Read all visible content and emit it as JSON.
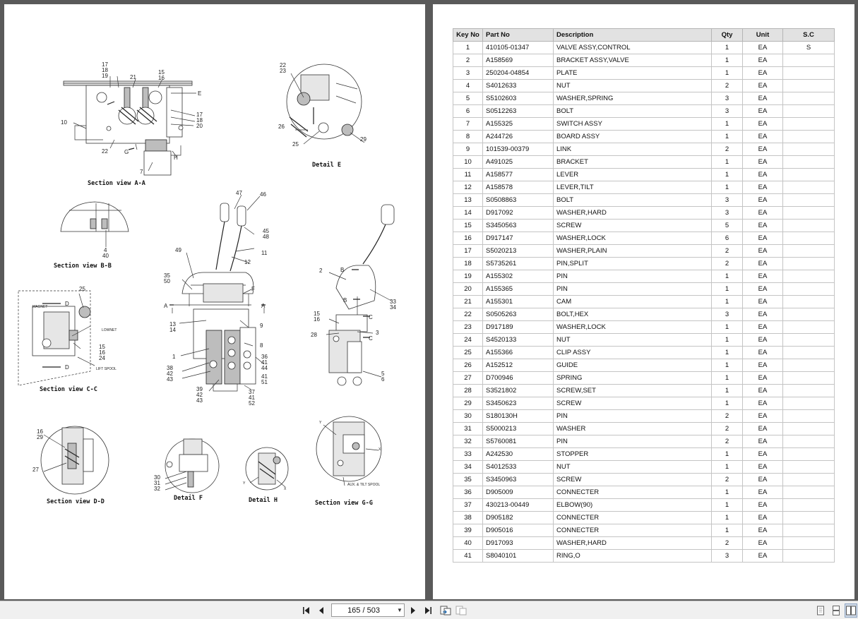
{
  "diagram": {
    "captions": {
      "aa": "Section view A-A",
      "e": "Detail E",
      "bb": "Section view B-B",
      "cc": "Section view C-C",
      "dd": "Section view D-D",
      "f": "Detail F",
      "h": "Detail H",
      "gg": "Section view G-G"
    },
    "callouts": {
      "aa": {
        "n1": "17",
        "n2": "18",
        "n3": "19",
        "n4": "21",
        "n5": "15",
        "n6": "16",
        "n7": "10",
        "n8": "22",
        "n9": "G",
        "n10": "7",
        "n11": "H",
        "n12": "E",
        "n13": "17",
        "n14": "18",
        "n15": "20"
      },
      "e": {
        "n1": "22",
        "n2": "23",
        "n3": "26",
        "n4": "25",
        "n5": "29"
      },
      "bb": {
        "n1": "4",
        "n2": "40"
      },
      "cc": {
        "n1": "25",
        "n2": "D",
        "n3": "MAGNET",
        "n4": "LOWNET",
        "n5": "15",
        "n6": "16",
        "n7": "24",
        "n8": "D",
        "n9": "LIFT SPOOL"
      },
      "main": {
        "n1": "47",
        "n2": "46",
        "n3": "45",
        "n4": "48",
        "n5": "11",
        "n6": "12",
        "n7": "49",
        "n8": "35",
        "n9": "50",
        "n10": "F",
        "n11": "A",
        "n12": "A",
        "n13": "13",
        "n14": "14",
        "n15": "9",
        "n16": "8",
        "n17": "1",
        "n18": "36",
        "n19": "41",
        "n20": "44",
        "n21": "41",
        "n22": "51",
        "n23": "38",
        "n24": "42",
        "n25": "43",
        "n26": "39",
        "n27": "42",
        "n28": "43",
        "n29": "37",
        "n30": "41",
        "n31": "52"
      },
      "side": {
        "n1": "B",
        "n2": "2",
        "n3": "B",
        "n4": "33",
        "n5": "34",
        "n6": "C",
        "n7": "15",
        "n8": "16",
        "n9": "28",
        "n10": "3",
        "n11": "C",
        "n12": "5",
        "n13": "6"
      },
      "dd": {
        "n1": "16",
        "n2": "29",
        "n3": "27"
      },
      "f": {
        "n1": "30",
        "n2": "31",
        "n3": "32"
      },
      "h": {
        "n1": "Y",
        "n2": "X"
      },
      "gg": {
        "n1": "Y",
        "n2": "X",
        "n3": "AUX. & TILT SPOOL"
      }
    }
  },
  "table": {
    "headers": {
      "key": "Key No",
      "part": "Part No",
      "desc": "Description",
      "qty": "Qty",
      "unit": "Unit",
      "sc": "S.C"
    },
    "rows": [
      {
        "key": "1",
        "part": "410105-01347",
        "desc": "VALVE ASSY,CONTROL",
        "qty": "1",
        "unit": "EA",
        "sc": "S"
      },
      {
        "key": "2",
        "part": "A158569",
        "desc": "BRACKET ASSY,VALVE",
        "qty": "1",
        "unit": "EA",
        "sc": ""
      },
      {
        "key": "3",
        "part": "250204-04854",
        "desc": "PLATE",
        "qty": "1",
        "unit": "EA",
        "sc": ""
      },
      {
        "key": "4",
        "part": "S4012633",
        "desc": "NUT",
        "qty": "2",
        "unit": "EA",
        "sc": ""
      },
      {
        "key": "5",
        "part": "S5102603",
        "desc": "WASHER,SPRING",
        "qty": "3",
        "unit": "EA",
        "sc": ""
      },
      {
        "key": "6",
        "part": "S0512263",
        "desc": "BOLT",
        "qty": "3",
        "unit": "EA",
        "sc": ""
      },
      {
        "key": "7",
        "part": "A155325",
        "desc": "SWITCH ASSY",
        "qty": "1",
        "unit": "EA",
        "sc": ""
      },
      {
        "key": "8",
        "part": "A244726",
        "desc": "BOARD ASSY",
        "qty": "1",
        "unit": "EA",
        "sc": ""
      },
      {
        "key": "9",
        "part": "101539-00379",
        "desc": "LINK",
        "qty": "2",
        "unit": "EA",
        "sc": ""
      },
      {
        "key": "10",
        "part": "A491025",
        "desc": "BRACKET",
        "qty": "1",
        "unit": "EA",
        "sc": ""
      },
      {
        "key": "11",
        "part": "A158577",
        "desc": "LEVER",
        "qty": "1",
        "unit": "EA",
        "sc": ""
      },
      {
        "key": "12",
        "part": "A158578",
        "desc": "LEVER,TILT",
        "qty": "1",
        "unit": "EA",
        "sc": ""
      },
      {
        "key": "13",
        "part": "S0508863",
        "desc": "BOLT",
        "qty": "3",
        "unit": "EA",
        "sc": ""
      },
      {
        "key": "14",
        "part": "D917092",
        "desc": "WASHER,HARD",
        "qty": "3",
        "unit": "EA",
        "sc": ""
      },
      {
        "key": "15",
        "part": "S3450563",
        "desc": "SCREW",
        "qty": "5",
        "unit": "EA",
        "sc": ""
      },
      {
        "key": "16",
        "part": "D917147",
        "desc": "WASHER,LOCK",
        "qty": "6",
        "unit": "EA",
        "sc": ""
      },
      {
        "key": "17",
        "part": "S5020213",
        "desc": "WASHER,PLAIN",
        "qty": "2",
        "unit": "EA",
        "sc": ""
      },
      {
        "key": "18",
        "part": "S5735261",
        "desc": "PIN,SPLIT",
        "qty": "2",
        "unit": "EA",
        "sc": ""
      },
      {
        "key": "19",
        "part": "A155302",
        "desc": "PIN",
        "qty": "1",
        "unit": "EA",
        "sc": ""
      },
      {
        "key": "20",
        "part": "A155365",
        "desc": "PIN",
        "qty": "1",
        "unit": "EA",
        "sc": ""
      },
      {
        "key": "21",
        "part": "A155301",
        "desc": "CAM",
        "qty": "1",
        "unit": "EA",
        "sc": ""
      },
      {
        "key": "22",
        "part": "S0505263",
        "desc": "BOLT,HEX",
        "qty": "3",
        "unit": "EA",
        "sc": ""
      },
      {
        "key": "23",
        "part": "D917189",
        "desc": "WASHER,LOCK",
        "qty": "1",
        "unit": "EA",
        "sc": ""
      },
      {
        "key": "24",
        "part": "S4520133",
        "desc": "NUT",
        "qty": "1",
        "unit": "EA",
        "sc": ""
      },
      {
        "key": "25",
        "part": "A155366",
        "desc": "CLIP ASSY",
        "qty": "1",
        "unit": "EA",
        "sc": ""
      },
      {
        "key": "26",
        "part": "A152512",
        "desc": "GUIDE",
        "qty": "1",
        "unit": "EA",
        "sc": ""
      },
      {
        "key": "27",
        "part": "D700946",
        "desc": "SPRING",
        "qty": "1",
        "unit": "EA",
        "sc": ""
      },
      {
        "key": "28",
        "part": "S3521802",
        "desc": "SCREW,SET",
        "qty": "1",
        "unit": "EA",
        "sc": ""
      },
      {
        "key": "29",
        "part": "S3450623",
        "desc": "SCREW",
        "qty": "1",
        "unit": "EA",
        "sc": ""
      },
      {
        "key": "30",
        "part": "S180130H",
        "desc": "PIN",
        "qty": "2",
        "unit": "EA",
        "sc": ""
      },
      {
        "key": "31",
        "part": "S5000213",
        "desc": "WASHER",
        "qty": "2",
        "unit": "EA",
        "sc": ""
      },
      {
        "key": "32",
        "part": "S5760081",
        "desc": "PIN",
        "qty": "2",
        "unit": "EA",
        "sc": ""
      },
      {
        "key": "33",
        "part": "A242530",
        "desc": "STOPPER",
        "qty": "1",
        "unit": "EA",
        "sc": ""
      },
      {
        "key": "34",
        "part": "S4012533",
        "desc": "NUT",
        "qty": "1",
        "unit": "EA",
        "sc": ""
      },
      {
        "key": "35",
        "part": "S3450963",
        "desc": "SCREW",
        "qty": "2",
        "unit": "EA",
        "sc": ""
      },
      {
        "key": "36",
        "part": "D905009",
        "desc": "CONNECTER",
        "qty": "1",
        "unit": "EA",
        "sc": ""
      },
      {
        "key": "37",
        "part": "430213-00449",
        "desc": "ELBOW(90)",
        "qty": "1",
        "unit": "EA",
        "sc": ""
      },
      {
        "key": "38",
        "part": "D905182",
        "desc": "CONNECTER",
        "qty": "1",
        "unit": "EA",
        "sc": ""
      },
      {
        "key": "39",
        "part": "D905016",
        "desc": "CONNECTER",
        "qty": "1",
        "unit": "EA",
        "sc": ""
      },
      {
        "key": "40",
        "part": "D917093",
        "desc": "WASHER,HARD",
        "qty": "2",
        "unit": "EA",
        "sc": ""
      },
      {
        "key": "41",
        "part": "S8040101",
        "desc": "RING,O",
        "qty": "3",
        "unit": "EA",
        "sc": ""
      }
    ]
  },
  "toolbar": {
    "page_indicator": "165 / 503",
    "icons": {
      "first": "first-page-icon",
      "prev": "previous-page-icon",
      "next": "next-page-icon",
      "last": "last-page-icon",
      "back": "go-back-icon",
      "forward": "go-forward-icon",
      "single": "single-page-view-icon",
      "continuous": "continuous-view-icon",
      "facing": "facing-pages-view-icon"
    }
  }
}
